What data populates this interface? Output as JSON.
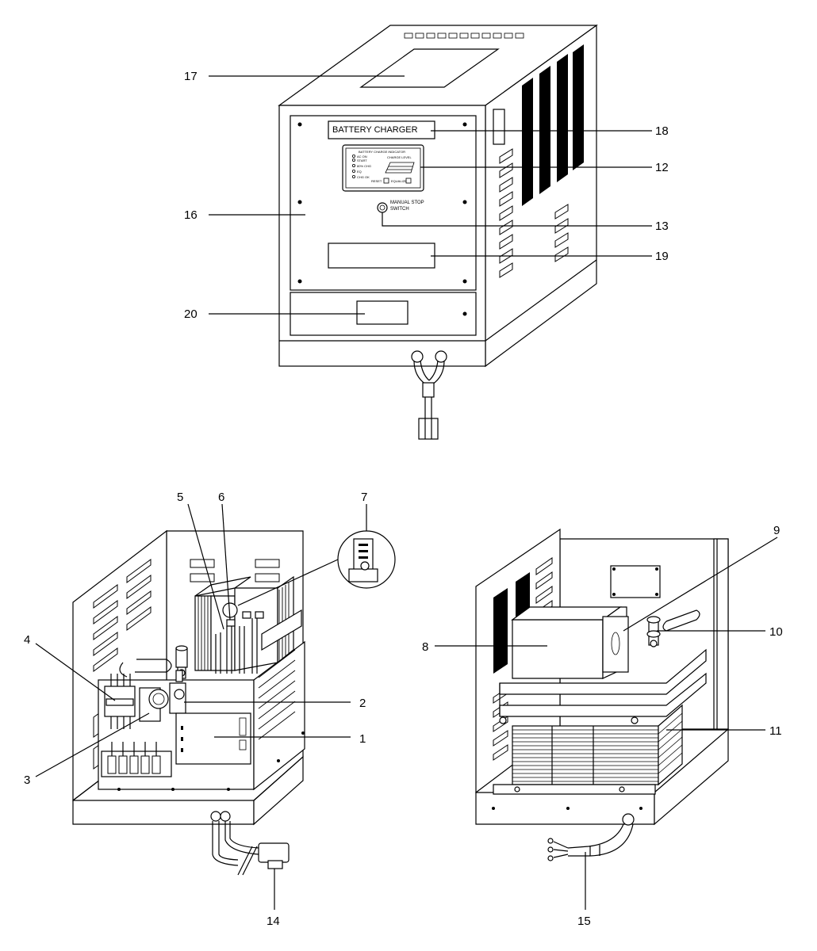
{
  "callouts": [
    "1",
    "2",
    "3",
    "4",
    "5",
    "6",
    "7",
    "8",
    "9",
    "10",
    "11",
    "12",
    "13",
    "14",
    "15",
    "16",
    "17",
    "18",
    "19",
    "20"
  ],
  "front_panel": {
    "nameplate": "BATTERY CHARGER",
    "switch_label_line1": "MANUAL STOP",
    "switch_label_line2": "SWITCH"
  },
  "indicator_panel": {
    "header": "BATTERY CHARGE INDICATOR",
    "lamp_labels": [
      "AC ON",
      "START",
      "80% CHG",
      "EQ",
      "CHG OK"
    ],
    "meter_label": "CHARGE LEVEL",
    "button_left": "RESET",
    "button_right": "EQUALIZE"
  }
}
